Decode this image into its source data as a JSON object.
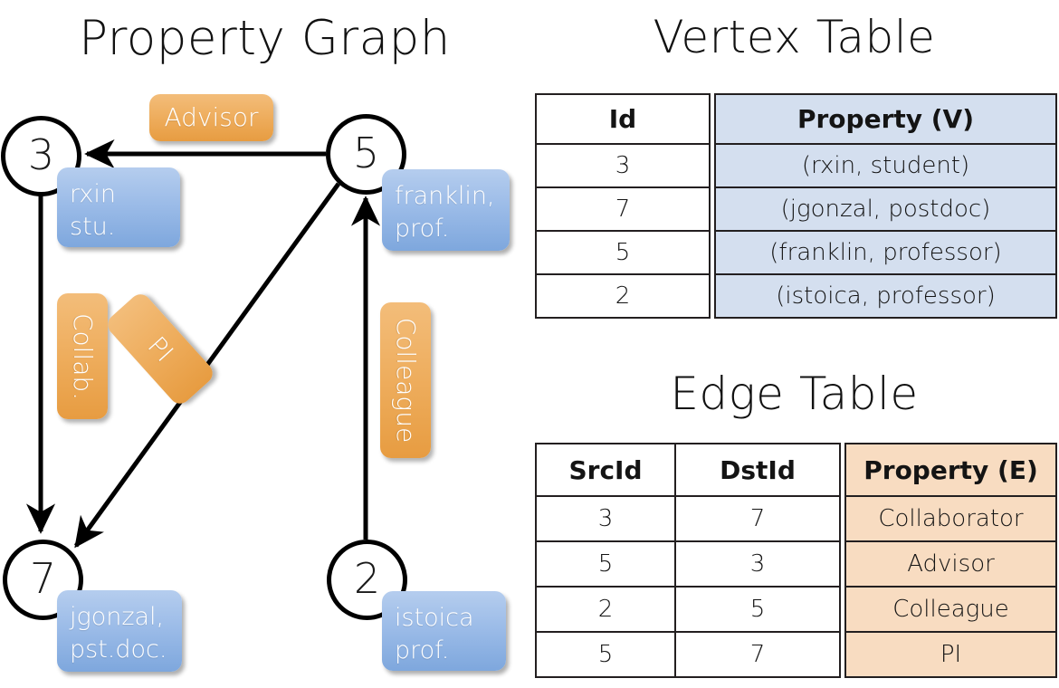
{
  "titles": {
    "property_graph": "Property Graph",
    "vertex_table": "Vertex Table",
    "edge_table": "Edge Table"
  },
  "colors": {
    "vertex_property_fill": "#d4dfef",
    "edge_property_fill": "#f8dcc1",
    "node_box_blue": "#9cbce8",
    "edge_label_orange": "#eead5d",
    "stroke": "#000000"
  },
  "graph": {
    "nodes": [
      {
        "id": "3",
        "property_lines": [
          "rxin",
          "stu."
        ]
      },
      {
        "id": "5",
        "property_lines": [
          "franklin,",
          "prof."
        ]
      },
      {
        "id": "7",
        "property_lines": [
          "jgonzal,",
          "pst.doc."
        ]
      },
      {
        "id": "2",
        "property_lines": [
          "istoica",
          "prof."
        ]
      }
    ],
    "edge_labels": [
      {
        "name": "advisor",
        "text": "Advisor"
      },
      {
        "name": "collab",
        "text": "Collab."
      },
      {
        "name": "pi",
        "text": "PI"
      },
      {
        "name": "colleague",
        "text": "Colleague"
      }
    ],
    "edges": [
      {
        "src": "5",
        "dst": "3",
        "label": "Advisor"
      },
      {
        "src": "3",
        "dst": "7",
        "label": "Collab."
      },
      {
        "src": "5",
        "dst": "7",
        "label": "PI"
      },
      {
        "src": "2",
        "dst": "5",
        "label": "Colleague"
      }
    ]
  },
  "vertex_table": {
    "headers": [
      "Id",
      "Property (V)"
    ],
    "rows": [
      {
        "id": "3",
        "property": "(rxin, student)"
      },
      {
        "id": "7",
        "property": "(jgonzal, postdoc)"
      },
      {
        "id": "5",
        "property": "(franklin, professor)"
      },
      {
        "id": "2",
        "property": "(istoica, professor)"
      }
    ]
  },
  "edge_table": {
    "headers": [
      "SrcId",
      "DstId",
      "Property (E)"
    ],
    "rows": [
      {
        "src": "3",
        "dst": "7",
        "property": "Collaborator"
      },
      {
        "src": "5",
        "dst": "3",
        "property": "Advisor"
      },
      {
        "src": "2",
        "dst": "5",
        "property": "Colleague"
      },
      {
        "src": "5",
        "dst": "7",
        "property": "PI"
      }
    ]
  }
}
